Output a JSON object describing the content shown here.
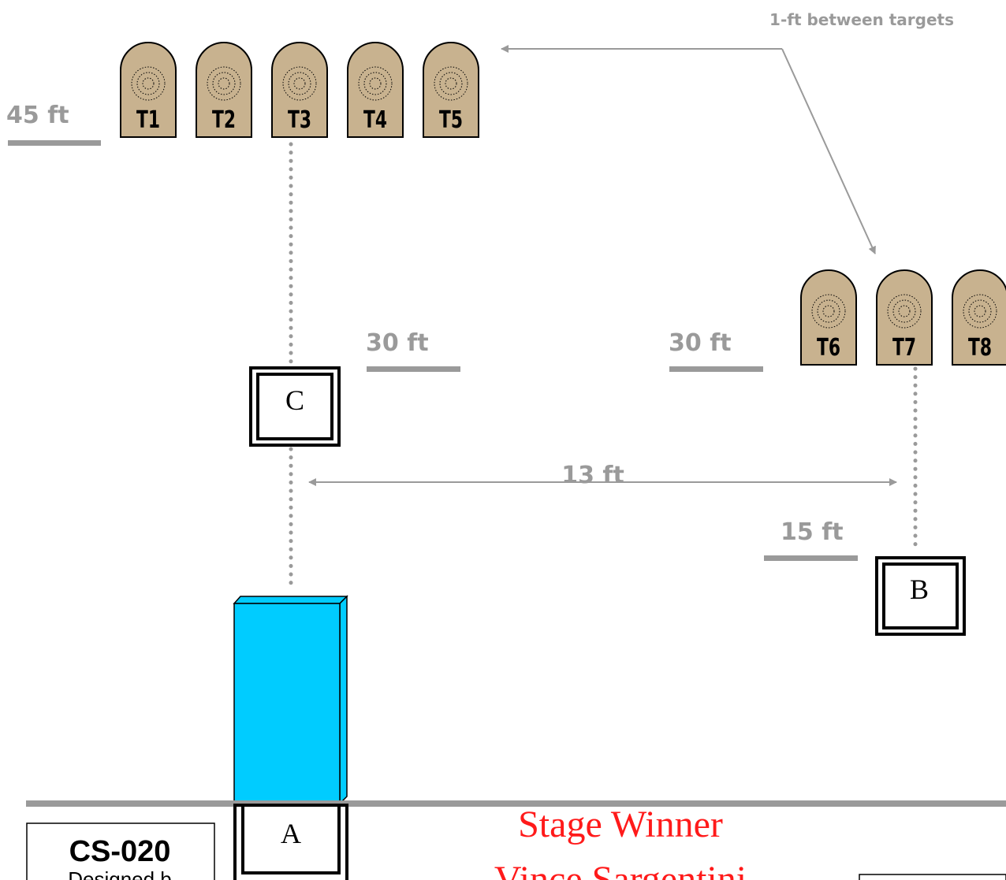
{
  "annotation": "1-ft between targets",
  "distances": {
    "far_row": "45 ft",
    "near_row_left": "30 ft",
    "near_row_right": "30 ft",
    "lateral": "13 ft",
    "box_b": "15 ft"
  },
  "targets": [
    "T1",
    "T2",
    "T3",
    "T4",
    "T5",
    "T6",
    "T7",
    "T8"
  ],
  "boxes": {
    "a": "A",
    "b": "B",
    "c": "C"
  },
  "stage": {
    "code": "CS-020",
    "designed_by": "Designed b",
    "winner_label": "Stage Winner",
    "winner_name": "Vince Sargentini"
  },
  "colors": {
    "target_fill": "#c8b28f",
    "barrier_fill": "#00ccff",
    "winner_text": "#ff1a1a",
    "guide_gray": "#9a9a9a"
  }
}
